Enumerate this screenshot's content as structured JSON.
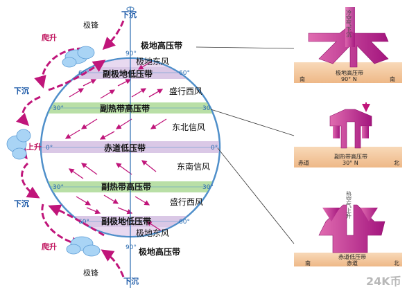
{
  "globe": {
    "top_belt": "极地高压带",
    "bottom_belt": "极地高压带",
    "north_east": "极地东风",
    "north_subpolar": "副极地低压带",
    "north_westerly": "盛行西风",
    "north_subtropical": "副热带高压带",
    "north_trade": "东北信风",
    "equator": "赤道低压带",
    "south_trade": "东南信风",
    "south_subtropical": "副热带高压带",
    "south_westerly": "盛行西风",
    "south_subpolar": "副极地低压带",
    "south_east": "极地东风",
    "deg90_top": "90°",
    "deg60_n_l": "60°",
    "deg60_n_r": "60°",
    "deg30_n_l": "30°",
    "deg30_n_r": "30",
    "deg0_l": "0°",
    "deg0_r": "0°",
    "deg30_s_l": "30°",
    "deg30_s_r": "30°",
    "deg60_s_l": "60°",
    "deg60_s_r": "60°",
    "deg90_bottom": "90°"
  },
  "side_labels": {
    "sink_top": "下沉",
    "front_top": "极锋",
    "climb_top": "爬升",
    "sink_left_n": "下沉",
    "rise_left": "上升",
    "sink_left_s": "下沉",
    "climb_bottom": "爬升",
    "front_bottom": "极锋",
    "sink_bottom": "下沉"
  },
  "panels": {
    "p1": {
      "vertical": "冷空气下沉",
      "belt": "极地高压带",
      "left": "南",
      "center": "90° N",
      "right": "南"
    },
    "p2": {
      "belt": "副热带高压带",
      "left": "赤道",
      "center": "30° N",
      "right": "北"
    },
    "p3": {
      "vertical": "热空气上升",
      "belt": "赤道低压带",
      "left": "南",
      "center": "赤道",
      "right": "北"
    }
  },
  "watermark": "24K币",
  "colors": {
    "magenta": "#c0157a",
    "green_band": "#b9dfa6",
    "pink_band": "#dac8e6",
    "ground": "#f4c9a0"
  }
}
